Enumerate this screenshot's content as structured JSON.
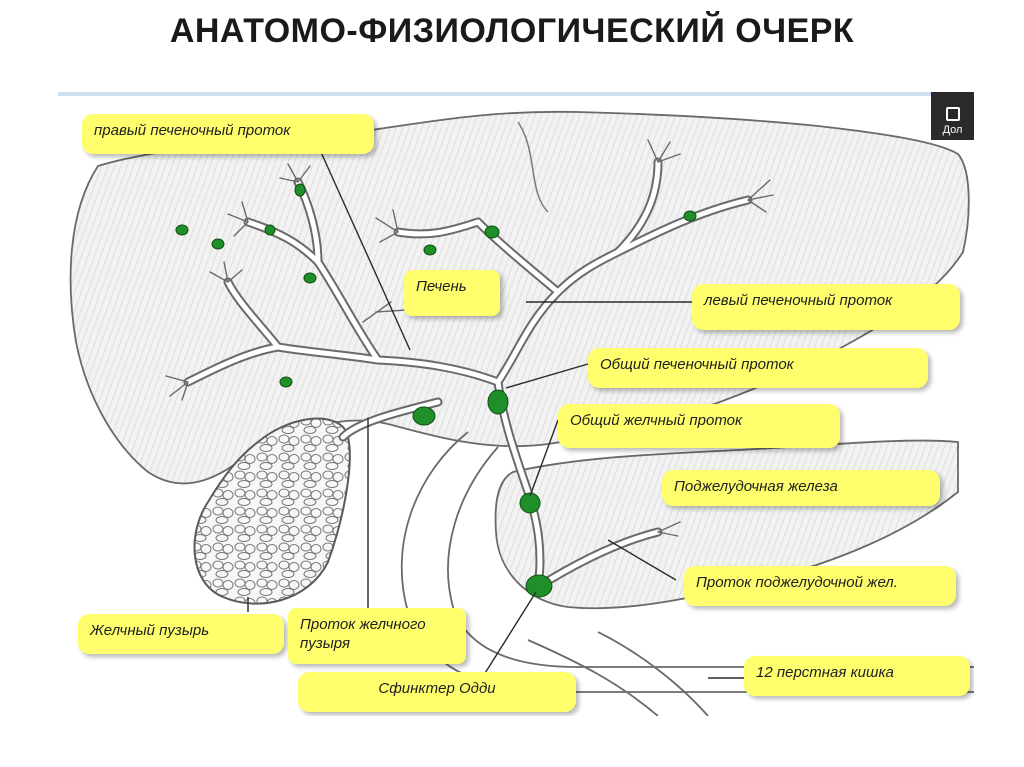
{
  "slide": {
    "title": "АНАТОМО-ФИЗИОЛОГИЧЕСКИЙ ОЧЕРК"
  },
  "toolbar": {
    "corner_label": "Дол"
  },
  "labels": {
    "right_hepatic_duct": "правый печеночный проток",
    "liver": "Печень",
    "left_hepatic_duct": "левый печеночный проток",
    "common_hepatic_duct": "Общий печеночный проток",
    "common_bile_duct": "Общий желчный проток",
    "pancreas": "Поджелудочная железа",
    "pancreatic_duct": "Проток поджелудочной жел.",
    "gallbladder": "Желчный пузырь",
    "cystic_duct": "Проток желчного пузыря",
    "sphincter_oddi": "Сфинктер Одди",
    "duodenum": "12 перстная кишка"
  },
  "colors": {
    "label_fill": "#ffff6e",
    "node_fill": "#1f8f2a",
    "outline": "#5a5a5a",
    "shade": "#e4e4e4"
  }
}
